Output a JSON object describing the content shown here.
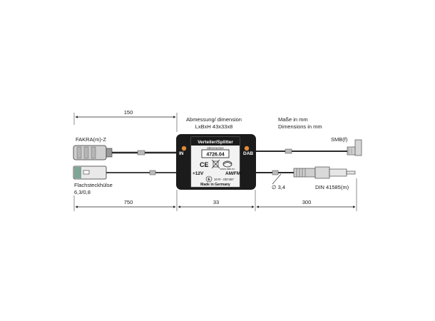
{
  "labels": {
    "dim_top": "150",
    "dimension_title_1": "Abmessung/ dimension",
    "dimension_title_2": "LxBxH 43x33x8",
    "units_1": "Maße in mm",
    "units_2": "Dimensions in mm",
    "fakra": "FAKRA(m)-Z",
    "smb": "SMB(f)",
    "flach_1": "Flachsteckhülse",
    "flach_2": "6,3/0,8",
    "diameter": "∅ 3,4",
    "din": "DIN 41585(m)",
    "dim_left": "750",
    "dim_mid": "33",
    "dim_right": "300"
  },
  "box": {
    "title": "Verteiler/Splitter",
    "subtitle": "aktiv/active",
    "in": "IN",
    "dab": "DAB",
    "part_no": "4726.04",
    "ce": "CE",
    "voltage": "+12V",
    "amfm": "AM/FM",
    "website": "www.a8b.eu",
    "cert": "10 R - 057467",
    "made_in": "Made in Germany"
  },
  "colors": {
    "box": "#1b1b1b",
    "cable": "#2a2a2a",
    "label_plate": "#f2f2f2",
    "screw": "#e08a3a"
  }
}
